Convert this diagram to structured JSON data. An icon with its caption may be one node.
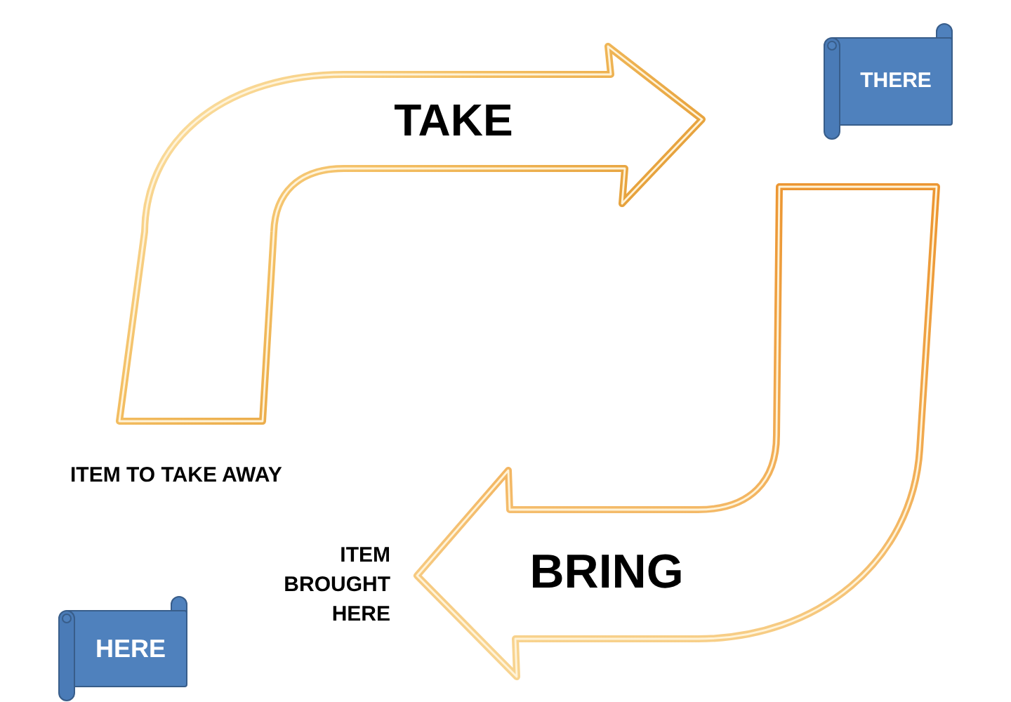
{
  "diagram": {
    "nodes": [
      {
        "text": [
          "TAKE"
        ]
      },
      {
        "text": [
          "THERE"
        ]
      },
      {
        "text": [
          "BRING"
        ]
      },
      {
        "text": [
          "HERE"
        ]
      }
    ],
    "labels": [
      "ITEM TO TAKE AWAY",
      "ITEM BROUGHT HERE"
    ]
  }
}
